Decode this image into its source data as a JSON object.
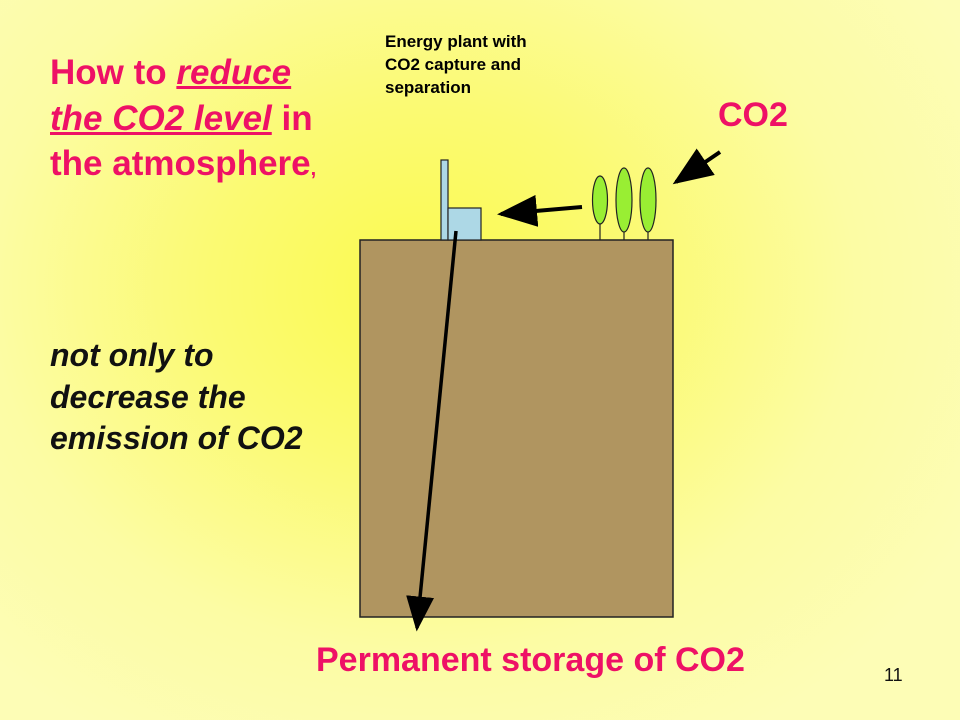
{
  "headline": {
    "part1": "How to ",
    "underlined": "reduce the CO2 level",
    "part2": " in the atmosphere",
    "comma": ","
  },
  "subline": "not only to decrease the emission of CO2",
  "diagram": {
    "plant_label": "Energy plant with CO2 capture and separation",
    "co2_label": "CO2",
    "storage_label": "Permanent storage of CO2"
  },
  "colors": {
    "accent": "#ee1166",
    "ground": "#b09560",
    "plant": "#add8e6",
    "tree": "#99ee33"
  },
  "page_number": "11"
}
